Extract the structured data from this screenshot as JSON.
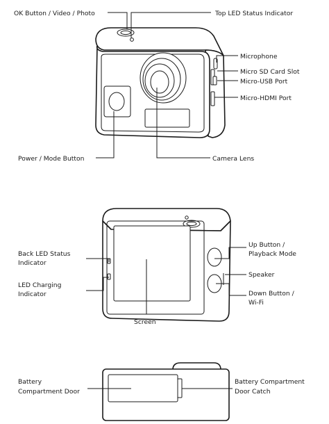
{
  "diagram1": {
    "labels": {
      "ok_button": "OK Button / Video / Photo",
      "top_led": "Top LED Status Indicator",
      "microphone": "Microphone",
      "sd_slot": "Micro SD Card Slot",
      "usb_port": "Micro-USB Port",
      "hdmi_port": "Micro-HDMI Port",
      "power_button": "Power / Mode Button",
      "camera_lens": "Camera Lens"
    }
  },
  "diagram2": {
    "labels": {
      "back_led_line1": "Back LED Status",
      "back_led_line2": "Indicator",
      "led_charging_line1": "LED Charging",
      "led_charging_line2": "Indicator",
      "up_button_line1": "Up Button /",
      "up_button_line2": "Playback Mode",
      "speaker": "Speaker",
      "down_button_line1": "Down Button /",
      "down_button_line2": "Wi-Fi",
      "screen": "Screen"
    }
  },
  "diagram3": {
    "labels": {
      "battery_door_line1": "Battery",
      "battery_door_line2": "Compartment Door",
      "door_catch_line1": "Battery Compartment",
      "door_catch_line2": "Door Catch"
    }
  }
}
